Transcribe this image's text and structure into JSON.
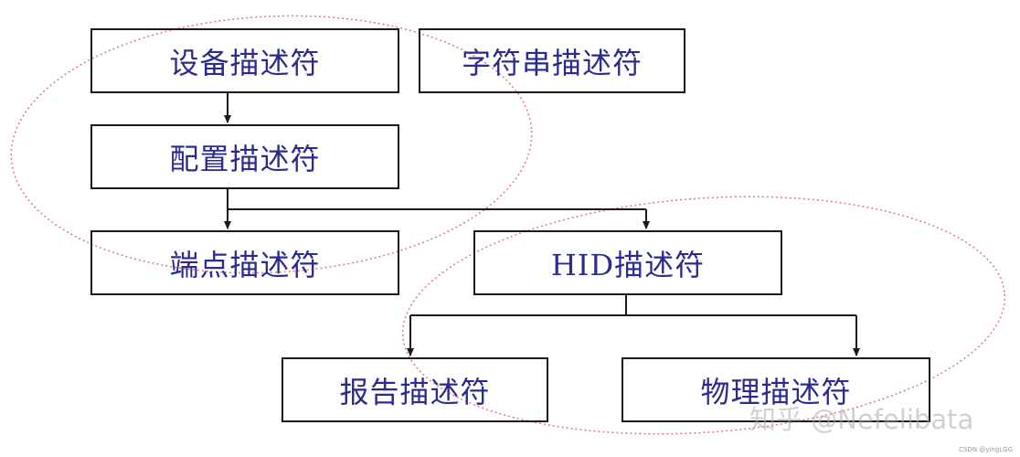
{
  "diagram": {
    "nodes": {
      "device": "设备描述符",
      "string": "字符串描述符",
      "configuration": "配置描述符",
      "endpoint": "端点描述符",
      "hid": "HID描述符",
      "report": "报告描述符",
      "physical": "物理描述符"
    },
    "edges": [
      {
        "from": "device",
        "to": "configuration"
      },
      {
        "from": "configuration",
        "to": "endpoint"
      },
      {
        "from": "configuration",
        "to": "hid"
      },
      {
        "from": "hid",
        "to": "report"
      },
      {
        "from": "hid",
        "to": "physical"
      }
    ],
    "groups": [
      {
        "members": [
          "device",
          "configuration",
          "endpoint"
        ]
      },
      {
        "members": [
          "hid",
          "report",
          "physical"
        ]
      }
    ]
  },
  "watermark": "知乎 @Nefelibata",
  "credit": "CSDN @yingLGG",
  "colors": {
    "box_border": "#1a1a1a",
    "text": "#2b2b8f",
    "connector": "#1a1a1a",
    "group_ellipse": "#e07a7a"
  }
}
